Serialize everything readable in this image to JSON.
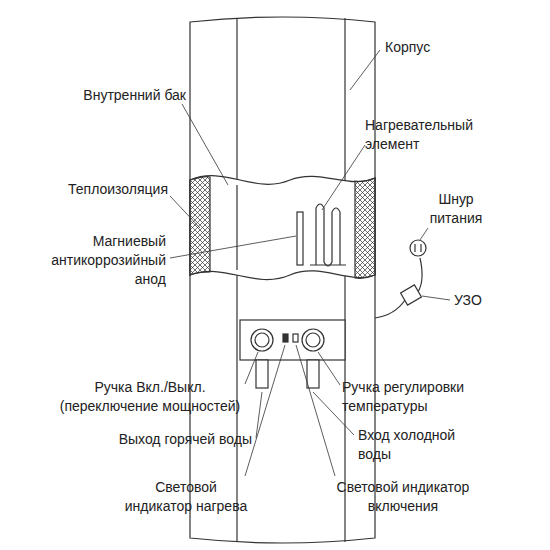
{
  "diagram": {
    "labels": [
      "Корпус",
      "Внутренний бак",
      "Нагревательный элемент",
      "Теплоизоляция",
      "Шнур питания",
      "Магниевый антикоррозийный анод",
      "УЗО",
      "Ручка Вкл./Выкл. (переключение мощностей)",
      "Ручка регулировки температуры",
      "Выход горячей воды",
      "Вход холодной воды",
      "Световой индикатор нагрева",
      "Световой индикатор включения"
    ]
  }
}
